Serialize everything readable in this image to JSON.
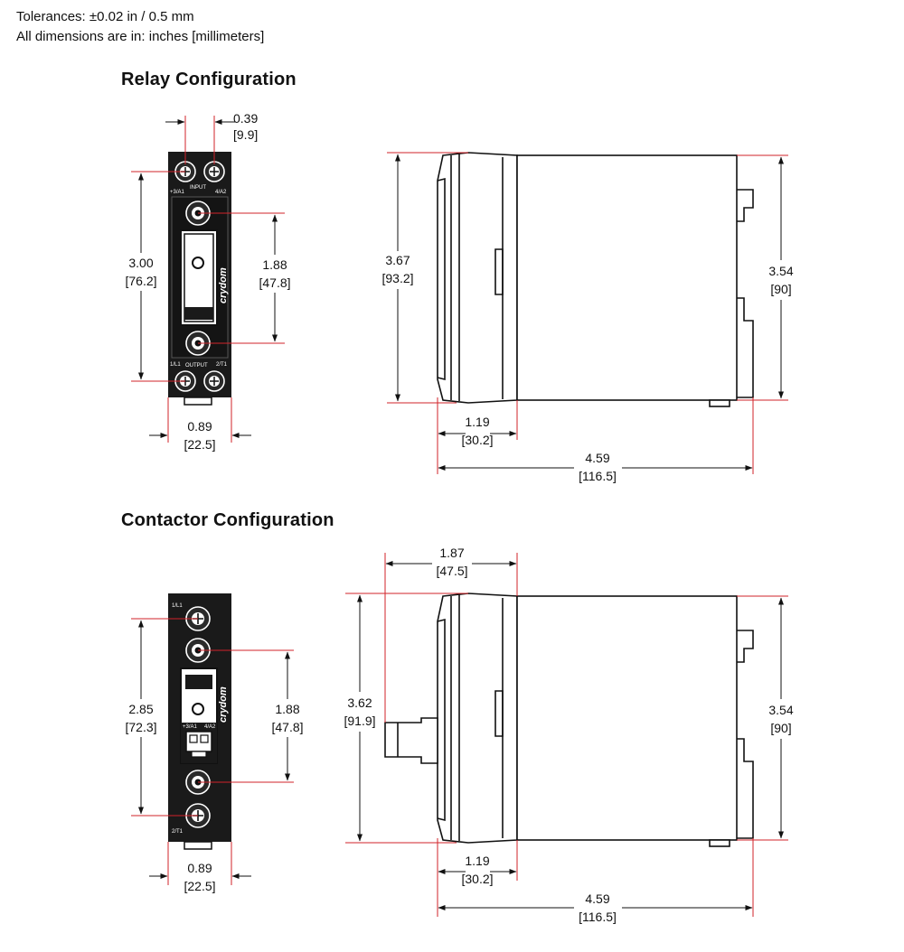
{
  "header": {
    "tolerances": "Tolerances: ±0.02 in / 0.5 mm",
    "units": "All dimensions are in: inches [millimeters]"
  },
  "relay": {
    "title": "Relay Configuration",
    "terminal_spacing": {
      "in": "0.39",
      "mm": "[9.9]"
    },
    "terminal_height": {
      "in": "3.00",
      "mm": "[76.2]"
    },
    "mount_spacing": {
      "in": "1.88",
      "mm": "[47.8]"
    },
    "width": {
      "in": "0.89",
      "mm": "[22.5]"
    },
    "total_height": {
      "in": "3.67",
      "mm": "[93.2]"
    },
    "body_height": {
      "in": "3.54",
      "mm": "[90]"
    },
    "front_depth": {
      "in": "1.19",
      "mm": "[30.2]"
    },
    "total_depth": {
      "in": "4.59",
      "mm": "[116.5]"
    },
    "labels": {
      "input": "INPUT",
      "output": "OUTPUT",
      "t_in_left": "+3/A1",
      "t_in_right": "4/A2",
      "t_out_left": "1/L1",
      "t_out_right": "2/T1",
      "brand": "crydom"
    }
  },
  "contactor": {
    "title": "Contactor Configuration",
    "protrusion_depth": {
      "in": "1.87",
      "mm": "[47.5]"
    },
    "terminal_height": {
      "in": "2.85",
      "mm": "[72.3]"
    },
    "mount_spacing": {
      "in": "1.88",
      "mm": "[47.8]"
    },
    "width": {
      "in": "0.89",
      "mm": "[22.5]"
    },
    "total_height": {
      "in": "3.62",
      "mm": "[91.9]"
    },
    "body_height": {
      "in": "3.54",
      "mm": "[90]"
    },
    "front_depth": {
      "in": "1.19",
      "mm": "[30.2]"
    },
    "total_depth": {
      "in": "4.59",
      "mm": "[116.5]"
    },
    "labels": {
      "top": "1/L1",
      "bottom": "2/T1",
      "ctrl_left": "+3/A1",
      "ctrl_right": "4/A2",
      "brand": "crydom"
    }
  },
  "colors": {
    "dimension_line": "#d2232a",
    "body": "#1a1a1a"
  }
}
